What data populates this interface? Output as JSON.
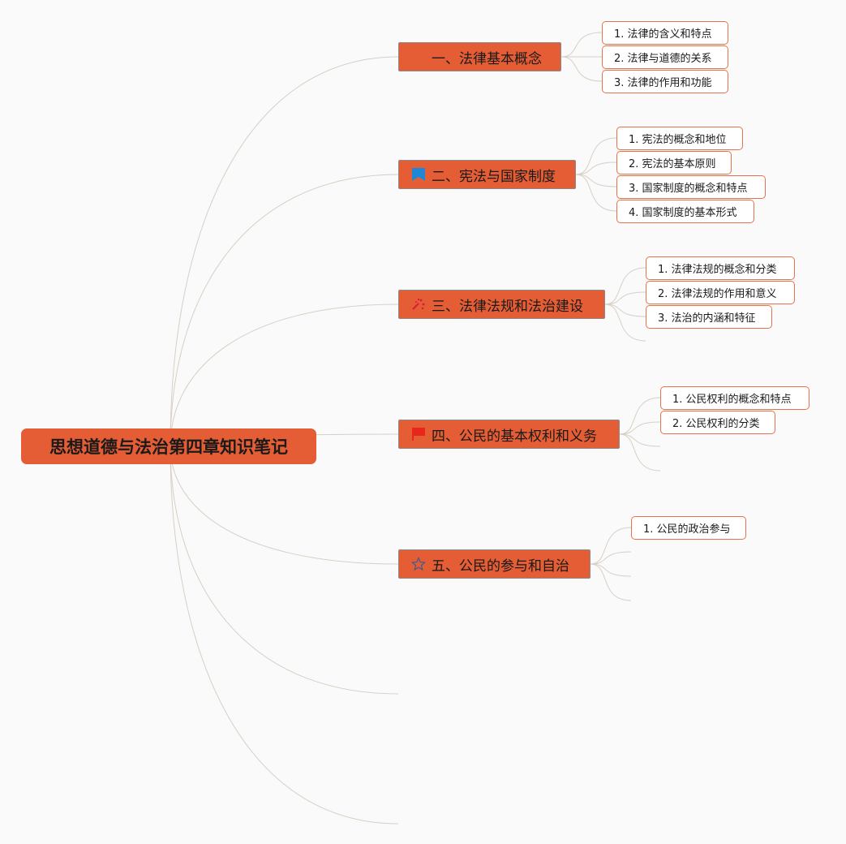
{
  "root": {
    "label": "思想道德与法治第四章知识笔记"
  },
  "colors": {
    "node": "#e45d34",
    "subBorder": "#e4734c",
    "link": "#d8cfc4",
    "background": "#fafafa"
  },
  "topics": [
    {
      "label": "一、法律基本概念",
      "icon": "none",
      "children": [
        "1. 法律的含义和特点",
        "2. 法律与道德的关系",
        "3. 法律的作用和功能"
      ]
    },
    {
      "label": "二、宪法与国家制度",
      "icon": "blue-flag-icon",
      "children": [
        "1. 宪法的概念和地位",
        "2. 宪法的基本原则",
        "3. 国家制度的概念和特点",
        "4. 国家制度的基本形式"
      ]
    },
    {
      "label": "三、法律法规和法治建设",
      "icon": "sparkle-icon",
      "children": [
        "1. 法律法规的概念和分类",
        "2. 法律法规的作用和意义",
        "3. 法治的内涵和特征"
      ]
    },
    {
      "label": "四、公民的基本权利和义务",
      "icon": "red-flag-icon",
      "children": [
        "1. 公民权利的概念和特点",
        "2. 公民权利的分类"
      ]
    },
    {
      "label": "五、公民的参与和自治",
      "icon": "star-outline-icon",
      "children": [
        "1. 公民的政治参与"
      ]
    }
  ]
}
